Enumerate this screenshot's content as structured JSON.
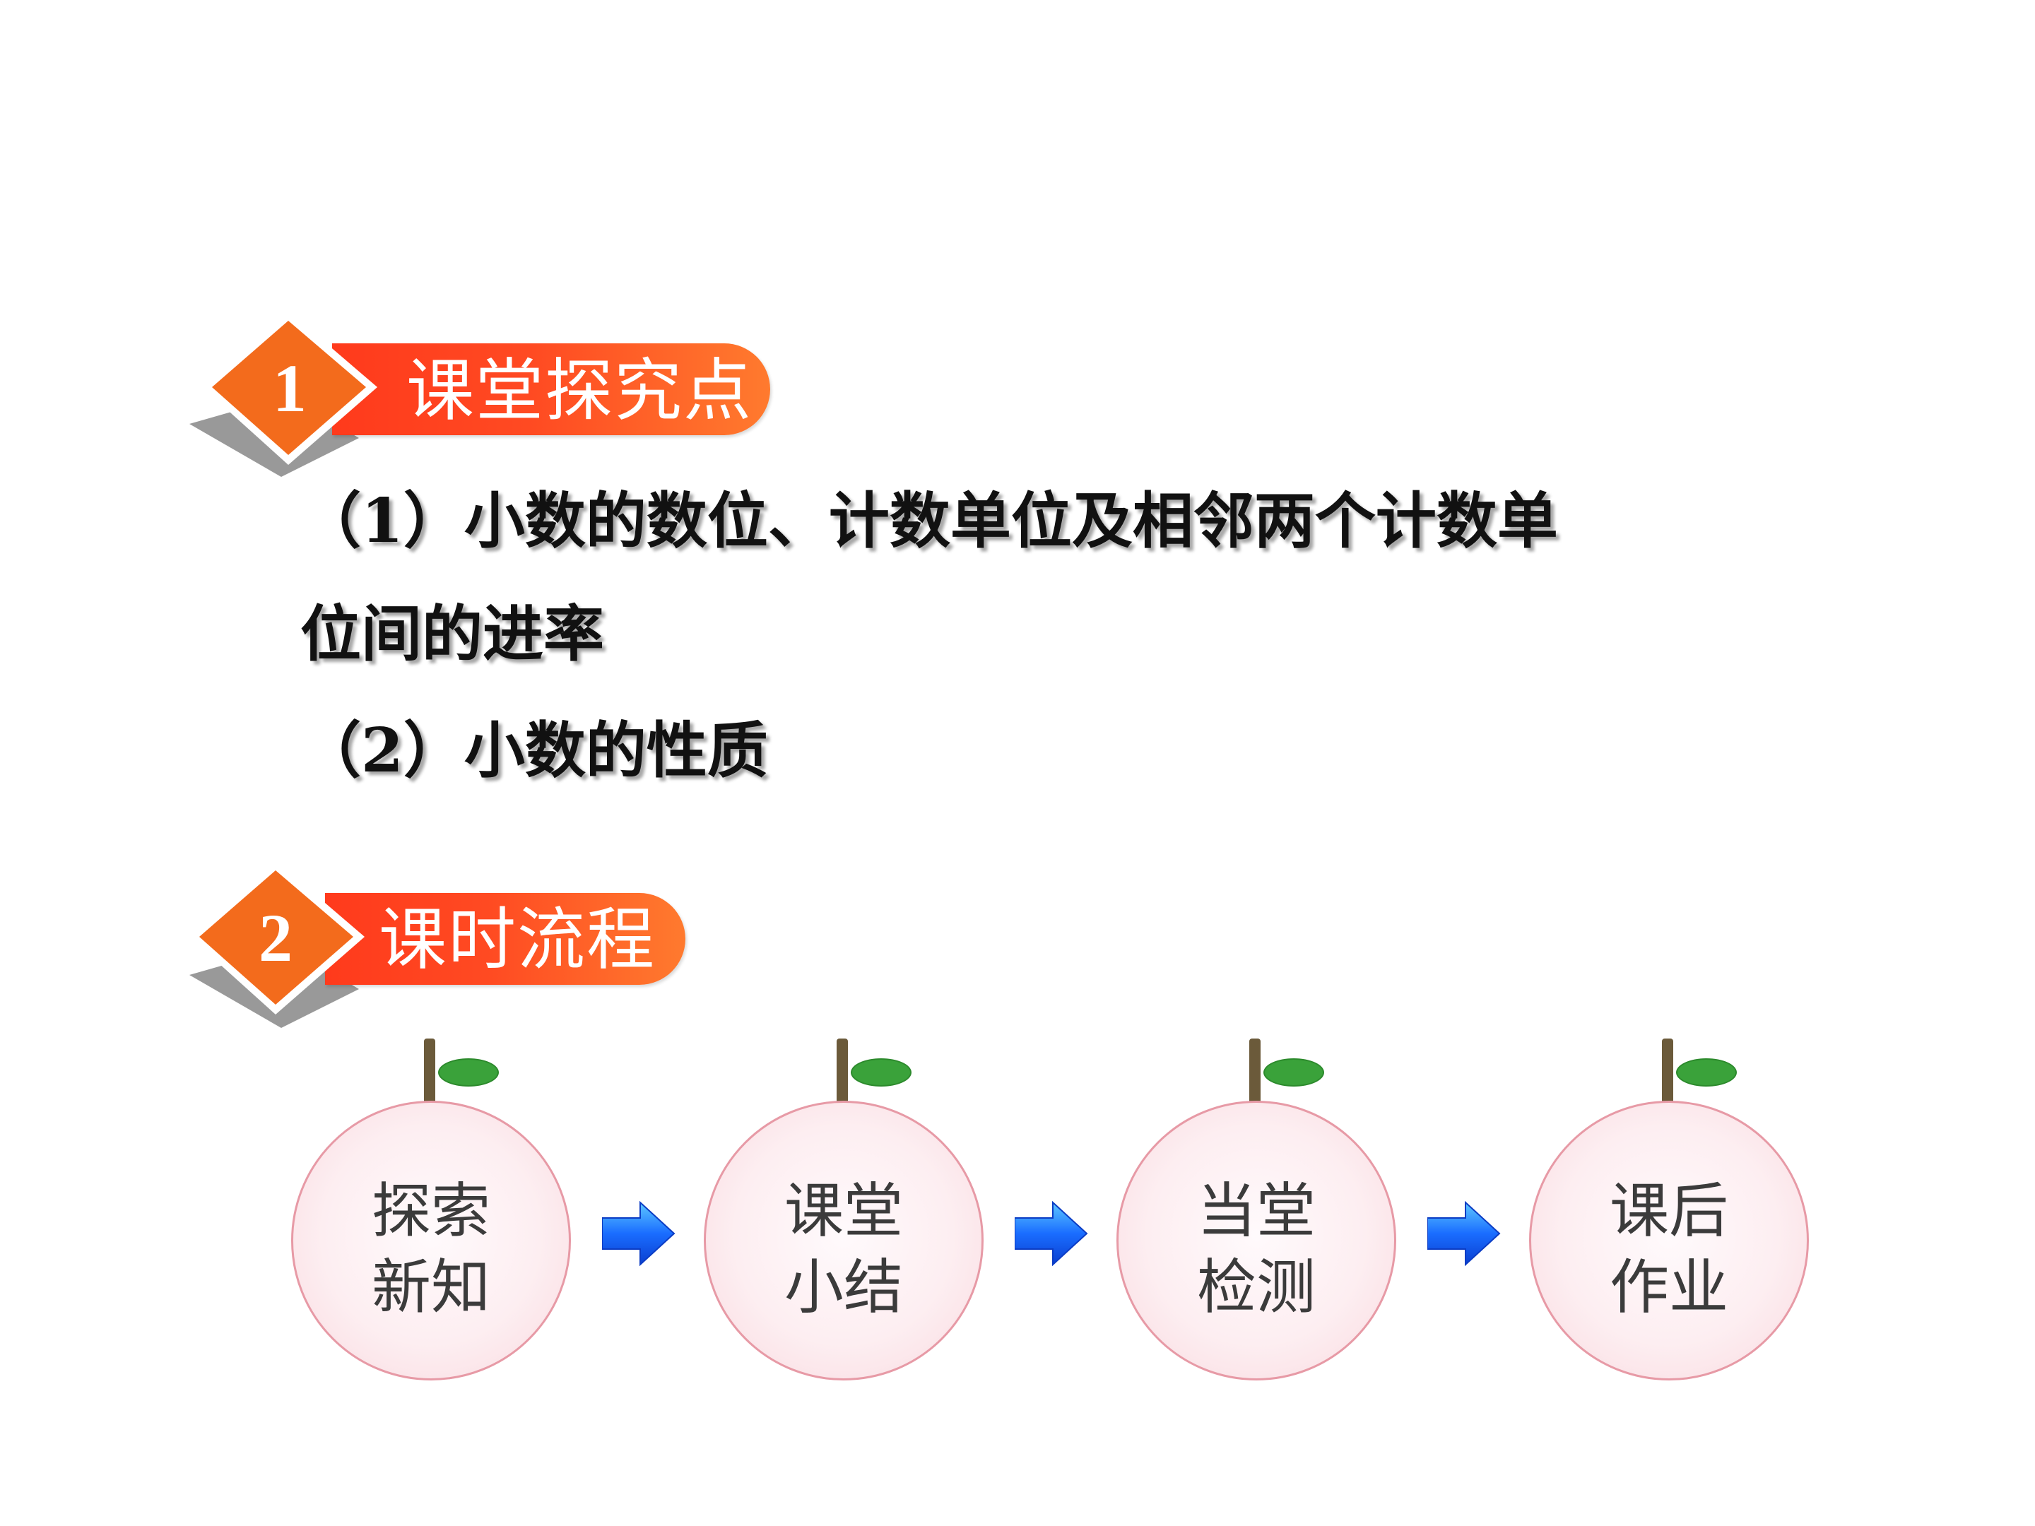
{
  "section1": {
    "number": "1",
    "title": "课堂探究点"
  },
  "points": [
    "（1）小数的数位、计数单位及相邻两个计数单",
    "位间的进率",
    "（2）小数的性质"
  ],
  "section2": {
    "number": "2",
    "title": "课时流程"
  },
  "flow": [
    {
      "line1": "探索",
      "line2": "新知"
    },
    {
      "line1": "课堂",
      "line2": "小结"
    },
    {
      "line1": "当堂",
      "line2": "检测"
    },
    {
      "line1": "课后",
      "line2": "作业"
    }
  ],
  "colors": {
    "banner": "#ff4a22",
    "diamond": "#f36b1c",
    "leaf": "#3aa23a",
    "circle_border": "#e79aa6",
    "arrow": "#1a6dff"
  }
}
